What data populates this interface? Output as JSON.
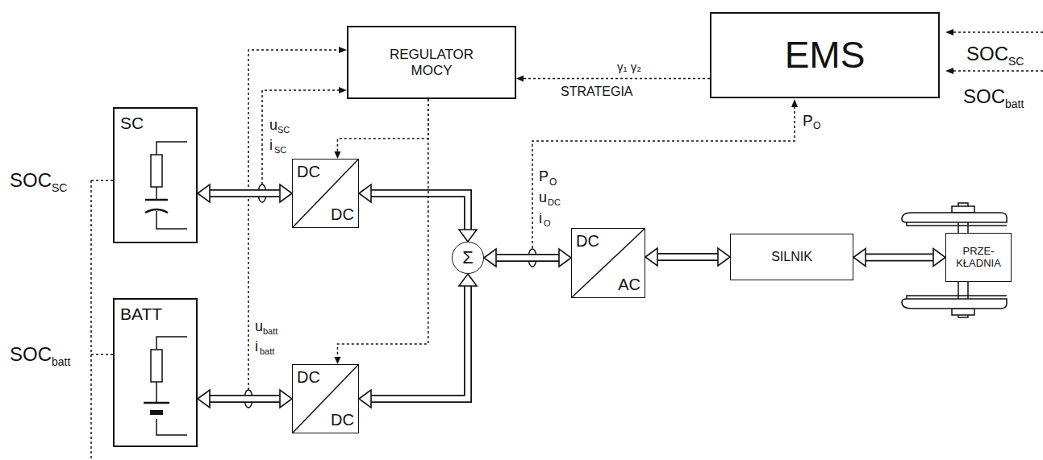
{
  "diagram": {
    "nodes": [
      {
        "text": [
          "REGULATOR MOCY"
        ]
      },
      {
        "text": [
          "EMS"
        ]
      },
      {
        "text": [
          "SC"
        ]
      },
      {
        "text": [
          "DC",
          "DC"
        ]
      },
      {
        "text": [
          "BATT"
        ]
      },
      {
        "text": [
          "DC",
          "DC"
        ]
      },
      {
        "text": [
          "Σ"
        ]
      },
      {
        "text": [
          "DC",
          "AC"
        ]
      },
      {
        "text": [
          "SILNIK"
        ]
      },
      {
        "text": [
          "PRZE- KŁADNIA"
        ]
      }
    ],
    "edges": [
      {
        "from": 2,
        "to": 3,
        "arrow": "both"
      },
      {
        "from": 3,
        "to": 6,
        "arrow": "both"
      },
      {
        "from": 4,
        "to": 5,
        "arrow": "both"
      },
      {
        "from": 5,
        "to": 6,
        "arrow": "both"
      },
      {
        "from": 6,
        "to": 7,
        "arrow": "both"
      },
      {
        "from": 7,
        "to": 8,
        "arrow": "both"
      },
      {
        "from": 8,
        "to": 9,
        "arrow": "both"
      },
      {
        "from": 1,
        "to": 0,
        "label": "γ₁ γ₂",
        "arrow": "to"
      },
      {
        "from": 0,
        "to": 3,
        "arrow": "to"
      },
      {
        "from": 0,
        "to": 5,
        "arrow": "to"
      }
    ],
    "labels": [
      "SOC",
      "SC",
      "SOC",
      "batt",
      "SOC",
      "SC",
      "SOC",
      "batt",
      "STRATEGIA",
      "P",
      "O",
      "u",
      "SC",
      "i",
      "SC",
      "u",
      "batt",
      "i",
      "batt",
      "P",
      "O",
      "u",
      "DC",
      "i",
      "O"
    ]
  }
}
